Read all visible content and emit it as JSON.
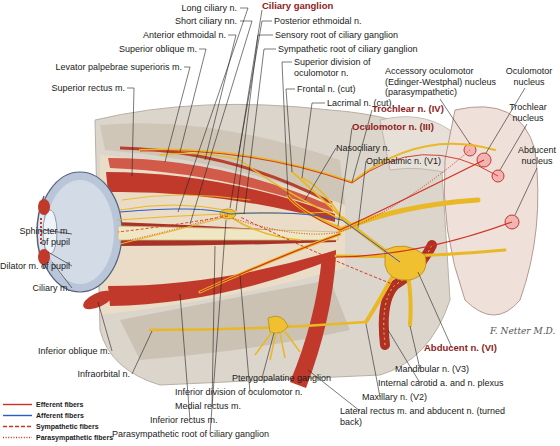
{
  "diagram": {
    "labels": [
      "Long ciliary n.",
      "Short ciliary nn.",
      "Anterior ethmoidal n.",
      "Superior oblique m.",
      "Levator palpebrae superioris m.",
      "Superior rectus m.",
      "Ciliary ganglion",
      "Posterior ethmoidal n.",
      "Sensory root of ciliary ganglion",
      "Sympathetic root of ciliary ganglion",
      "Superior division of oculomotor n.",
      "Frontal n. (cut)",
      "Lacrimal n. (cut)",
      "Accessory oculomotor (Edinger-Westphal) nucleus (parasympathetic)",
      "Oculomotor nucleus",
      "Trochlear nucleus",
      "Abducent nucleus",
      "Trochlear n. (IV)",
      "Oculomotor n. (III)",
      "Nasociliary n.",
      "Ophthalmic n. (V1)",
      "Sphincter m. of pupil",
      "Dilator m. of pupil",
      "Ciliary m.",
      "Inferior oblique m.",
      "Infraorbital n.",
      "Pterygopalatine ganglion",
      "Inferior division of oculomotor n.",
      "Medial rectus m.",
      "Inferior rectus m.",
      "Parasympathetic root of ciliary ganglion",
      "Abducent n. (VI)",
      "Mandibular n. (V3)",
      "Internal carotid a. and n. plexus",
      "Maxillary n. (V2)",
      "Lateral rectus m. and abducent n. (turned back)",
      "F. Netter M.D."
    ],
    "legend": [
      {
        "text": "Efferent fibers"
      },
      {
        "text": "Afferent fibers"
      },
      {
        "text": "Sympathetic fibers"
      },
      {
        "text": "Parasympathetic fibers"
      }
    ]
  }
}
